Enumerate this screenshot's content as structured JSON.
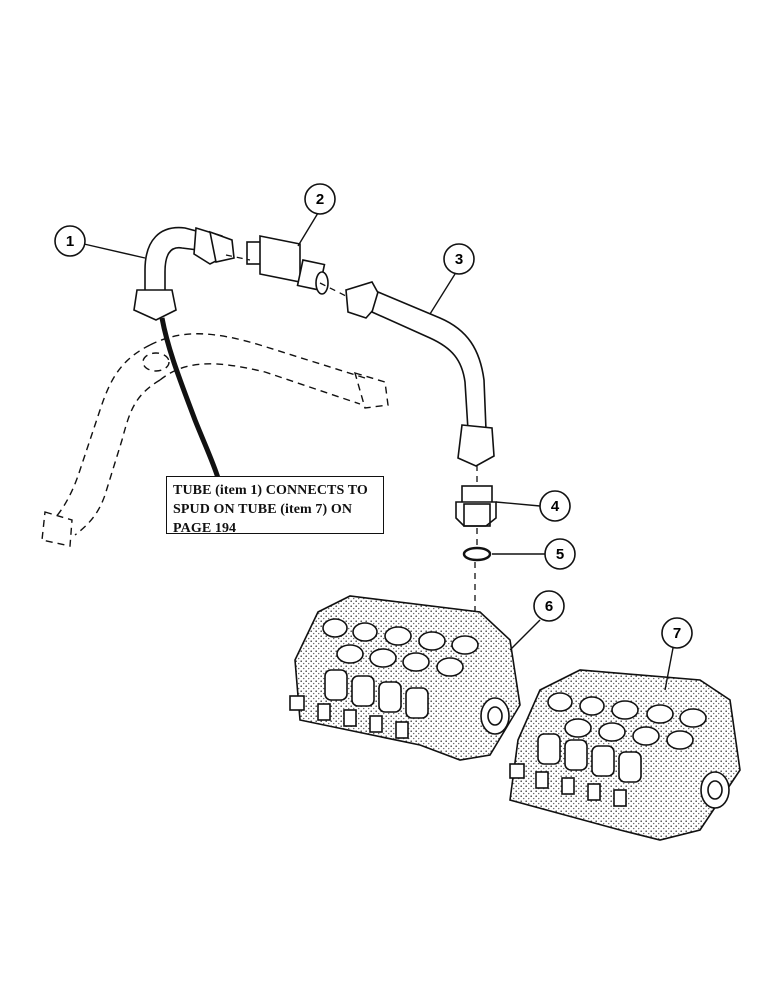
{
  "callouts": [
    "1",
    "2",
    "3",
    "4",
    "5",
    "6",
    "7"
  ],
  "note": {
    "lines": [
      "TUBE (item 1) CONNECTS TO",
      "SPUD ON TUBE (item 7) ON",
      "PAGE 194"
    ]
  },
  "colors": {
    "ink": "#111111",
    "paper": "#ffffff",
    "stipple": "#555555"
  }
}
